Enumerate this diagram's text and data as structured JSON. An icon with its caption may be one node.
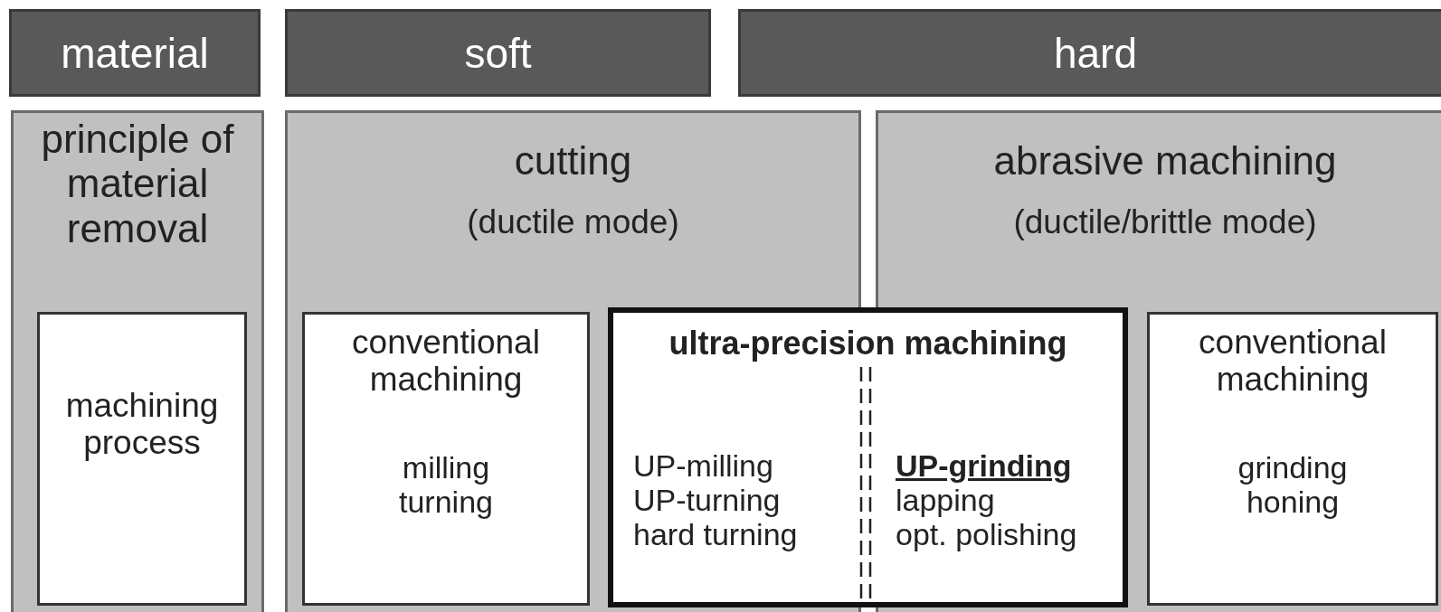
{
  "diagram": {
    "nodes": [
      {
        "text": [
          "material"
        ]
      },
      {
        "text": [
          "soft"
        ]
      },
      {
        "text": [
          "hard"
        ]
      },
      {
        "text": [
          "principle of material removal"
        ]
      },
      {
        "text": [
          "machining process"
        ],
        "in": 3
      },
      {
        "text": [
          "cutting",
          "(ductile mode)"
        ]
      },
      {
        "text": [
          "abrasive machining",
          "(ductile/brittle mode)"
        ]
      },
      {
        "text": [
          "conventional machining",
          "milling turning"
        ],
        "in": 5
      },
      {
        "text": [
          "ultra-precision machining",
          "UP-milling UP-turning hard turning",
          "UP-grinding",
          "lapping opt. polishing"
        ]
      },
      {
        "text": [
          "conventional machining",
          "grinding honing"
        ],
        "in": 6
      }
    ]
  }
}
